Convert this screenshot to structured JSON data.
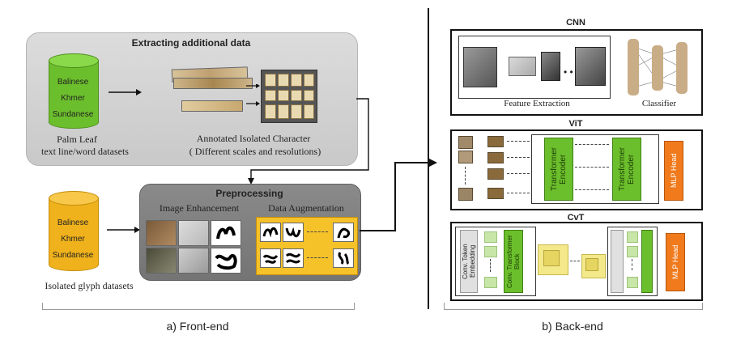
{
  "front_end": {
    "extract": {
      "title": "Extracting additional data",
      "cylinder_labels": [
        "Balinese",
        "Khmer",
        "Sundanese"
      ],
      "cylinder_caption_1": "Palm Leaf",
      "cylinder_caption_2": "text line/word datasets",
      "annotated_1": "Annotated Isolated Character",
      "annotated_2": "( Different scales and resolutions)"
    },
    "isolated": {
      "cylinder_labels": [
        "Balinese",
        "Khmer",
        "Sundanese"
      ],
      "caption": "Isolated glyph datasets"
    },
    "preprocessing": {
      "title": "Preprocessing",
      "image_enhancement": "Image Enhancement",
      "data_augmentation": "Data Augmentation"
    },
    "caption": "a) Front-end"
  },
  "back_end": {
    "cnn": {
      "title": "CNN",
      "feature_extraction": "Feature Extraction",
      "classifier": "Classifier"
    },
    "vit": {
      "title": "ViT",
      "encoder_1": "Transformer Encoder",
      "encoder_2": "Transformer Encoder",
      "head": "MLP Head"
    },
    "cvt": {
      "title": "CvT",
      "embedding": "Conv. Token Embedding",
      "block": "Conv. Transformer Block",
      "head": "MLP Head"
    },
    "caption": "b) Back-end"
  },
  "colors": {
    "green": "#6cbf2c",
    "yellow": "#f0b21c",
    "orange": "#f07a1c",
    "panel_light": "#d2d2d2",
    "panel_dark": "#7f7f7f"
  }
}
